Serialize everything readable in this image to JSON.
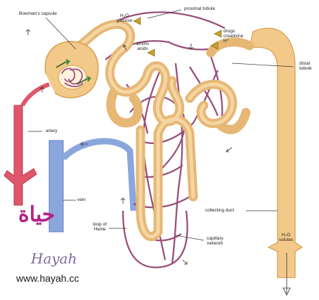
{
  "labels": {
    "bowmans_capsule": "Bowman's capsule",
    "h2o_glucose_1": "H₂O",
    "h2o_glucose_2": "glucose",
    "proximal_tubule": "proximal tubule",
    "amino_acids_1": "amino",
    "amino_acids_2": "acids",
    "drugs_1": "drugs",
    "drugs_2": "creatinine",
    "drugs_3": "H⁺",
    "distal_tubule_1": "distal",
    "distal_tubule_2": "tubule",
    "artery": "artery",
    "vein": "vein",
    "loop_1": "loop of",
    "loop_2": "Henle",
    "collecting_duct": "collecting duct",
    "capillary_1": "capillary",
    "capillary_2": "network",
    "h2o_solutes_1": "H₂O",
    "h2o_solutes_2": "solutes"
  },
  "watermark": {
    "arabic": "حياة",
    "latin": "Hayah",
    "url": "www.hayah.cc"
  },
  "colors": {
    "tubule": "#f3c98a",
    "tubule_edge": "#d59d4c",
    "artery": "#e0566b",
    "vein": "#8aa6dd",
    "capillary": "#9a4f7a",
    "arrow": "#556b2f",
    "logo": "#b0228a"
  }
}
